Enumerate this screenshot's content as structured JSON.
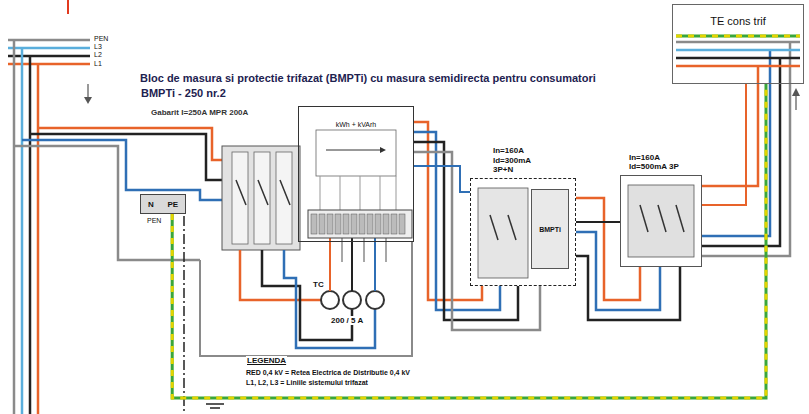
{
  "diagram": {
    "title": "Bloc de masura si protectie trifazat (BMPTi) cu masura semidirecta pentru consumatori",
    "nodes": [
      {
        "text": [
          "N",
          "PE"
        ]
      },
      {
        "text": [
          "kWh + kVArh"
        ]
      },
      {
        "text": [
          "In=160A Id=300mA 3P+N"
        ]
      },
      {
        "text": [
          "BMPTi"
        ],
        "in": 2
      },
      {
        "text": [
          "In=160A Id=500mA 3P"
        ]
      },
      {
        "text": [
          "TE cons trif"
        ]
      }
    ],
    "edges": [
      {
        "from": 0,
        "to": 5,
        "arrow": "none"
      },
      {
        "from": 1,
        "to": 2,
        "arrow": "none"
      },
      {
        "from": 2,
        "to": 4,
        "arrow": "none"
      },
      {
        "from": 4,
        "to": 5,
        "arrow": "none"
      }
    ],
    "labels": [
      "PEN",
      "L3",
      "L2",
      "L1",
      "BMPTi - 250 nr.2",
      "Gabarit I=250A MPR 200A",
      "TC",
      "200 / 5 A",
      "PEN",
      "LEGENDA"
    ],
    "legend": [
      {
        "text": "RED 0,4 kV = Retea Electrica de Distributie 0,4 kV"
      },
      {
        "text": "L1, L2, L3 = Liniile sistemului trifazat"
      }
    ]
  }
}
